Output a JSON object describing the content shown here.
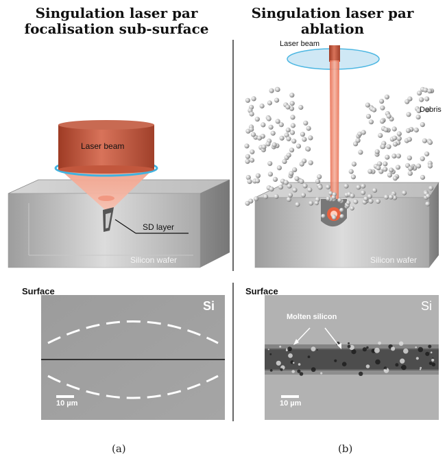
{
  "panel_a": {
    "title_line1": "Singulation laser par",
    "title_line2": "focalisation sub-surface",
    "beam_label": "Laser beam",
    "layer_label": "SD layer",
    "wafer_label": "Silicon wafer",
    "surface_label": "Surface",
    "element_label": "Si",
    "scale_label": "10 µm",
    "caption": "(a)"
  },
  "panel_b": {
    "title_line1": "Singulation laser par",
    "title_line2": "ablation",
    "beam_label": "Laser beam",
    "debris_label": "Debris",
    "wafer_label": "Silicon wafer",
    "surface_label": "Surface",
    "element_label": "Si",
    "molten_label": "Molten silicon",
    "scale_label": "10 µm",
    "caption": "(b)"
  }
}
